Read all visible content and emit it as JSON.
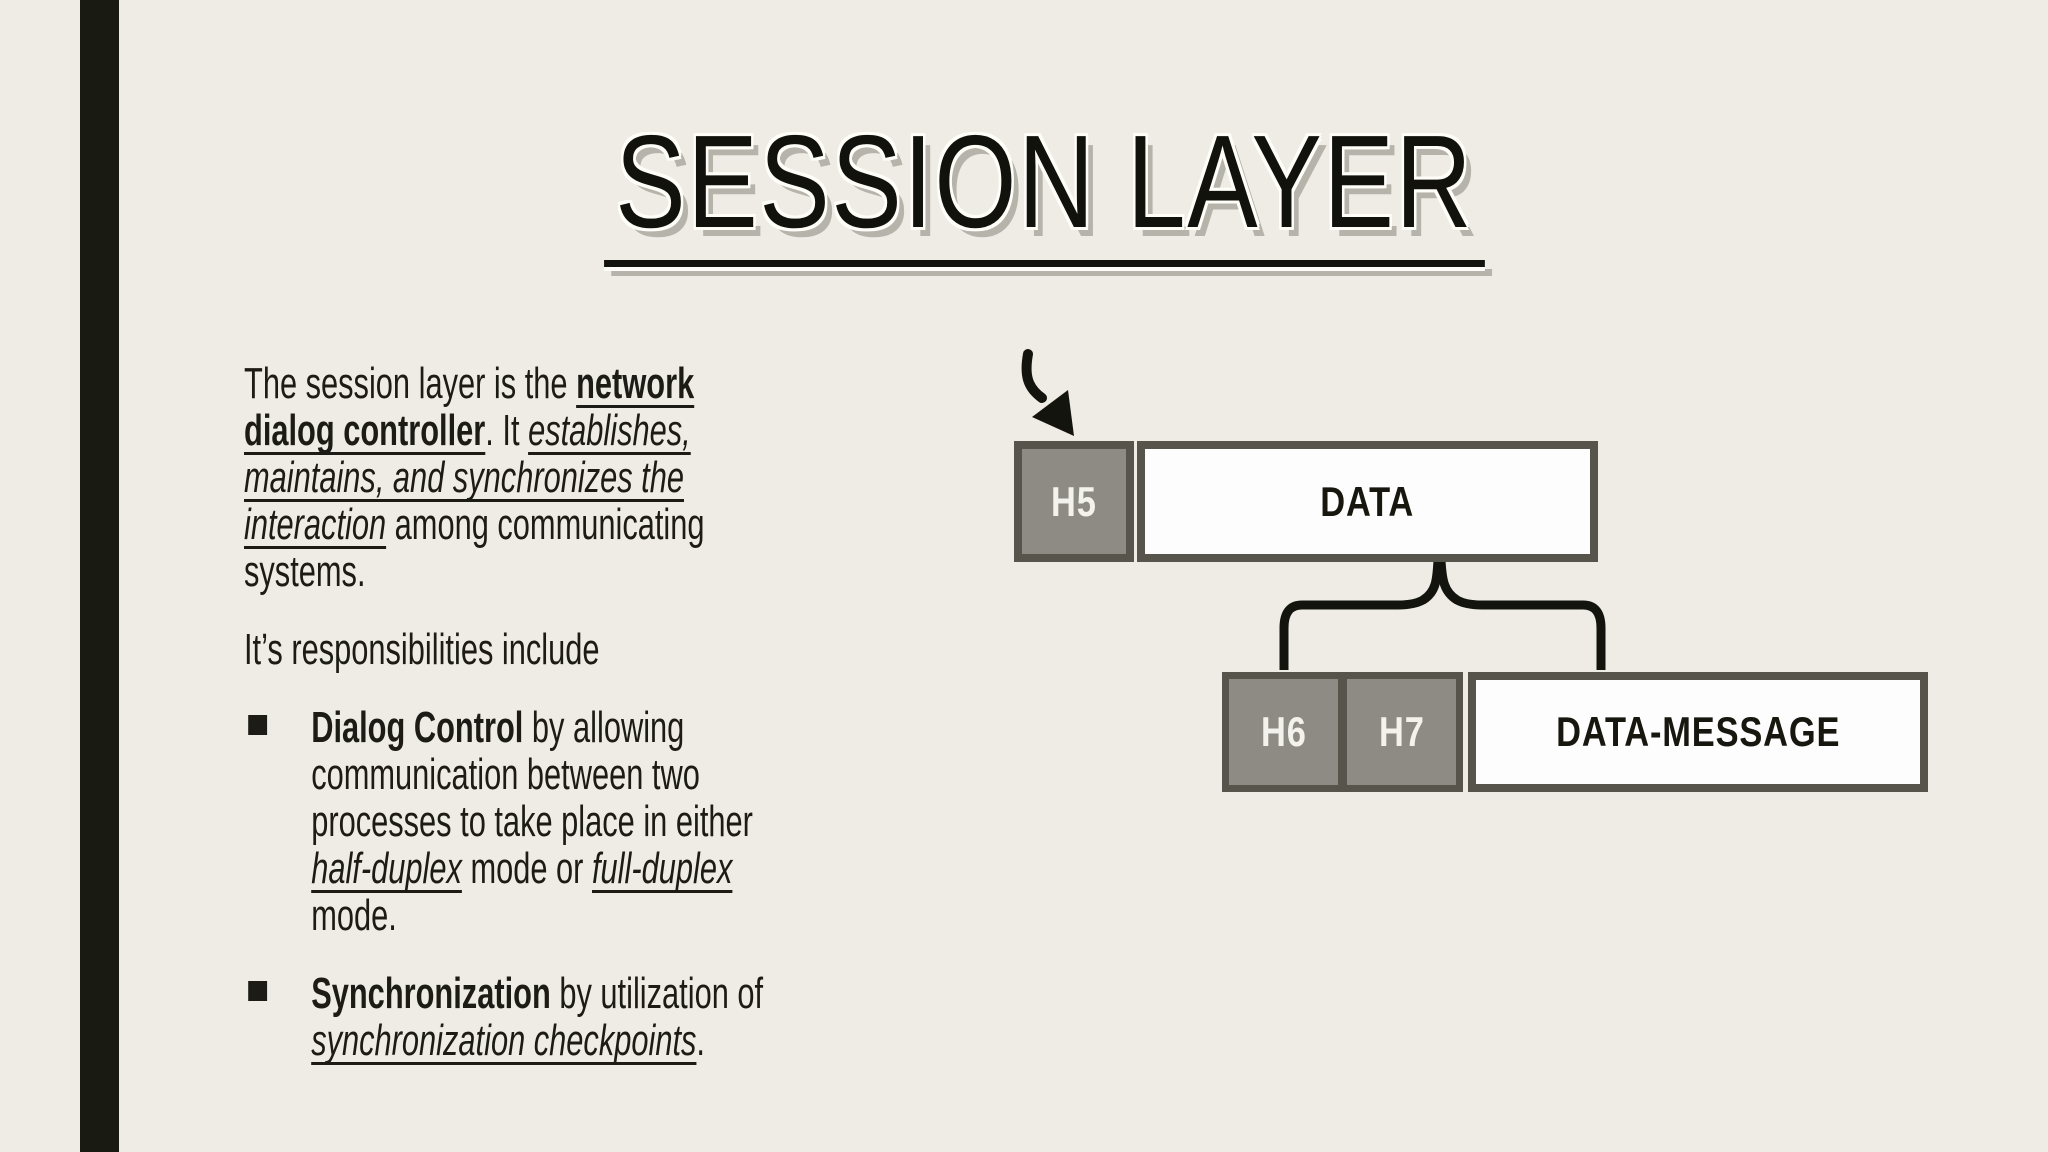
{
  "slide": {
    "title": "SESSION LAYER",
    "background_color": "#efece5",
    "accent_bar_color": "#191b12"
  },
  "body": {
    "intro": {
      "runs": [
        {
          "t": "The session layer is the "
        },
        {
          "t": "network dialog controller",
          "b": true,
          "u": true
        },
        {
          "t": ". It "
        },
        {
          "t": "establishes, maintains, and synchronizes the interaction",
          "i": true,
          "u": true
        },
        {
          "t": " among communicating systems."
        }
      ]
    },
    "responsibilities_heading": {
      "runs": [
        {
          "t": "It’s responsibilities include"
        }
      ]
    },
    "bullets": [
      {
        "runs": [
          {
            "t": "Dialog Control",
            "b": true
          },
          {
            "t": " by allowing communication between two processes to take place in either "
          },
          {
            "t": "half-duplex",
            "i": true,
            "u": true
          },
          {
            "t": " mode or "
          },
          {
            "t": "full-duplex",
            "i": true,
            "u": true
          },
          {
            "t": " mode."
          }
        ]
      },
      {
        "runs": [
          {
            "t": "Synchronization",
            "b": true
          },
          {
            "t": " by utilization of "
          },
          {
            "t": "synchronization checkpoints",
            "i": true,
            "u": true
          },
          {
            "t": "."
          }
        ]
      }
    ]
  },
  "diagram": {
    "row1": {
      "header": "H5",
      "payload": "DATA"
    },
    "row2": {
      "headers": [
        "H6",
        "H7"
      ],
      "payload": "DATA-MESSAGE"
    },
    "colors": {
      "header_fill": "#8e8a84",
      "box_border": "#57544c",
      "payload_fill": "#fdfdfd",
      "connector": "#14140e",
      "title_shadow": "#b6b3ab"
    }
  }
}
